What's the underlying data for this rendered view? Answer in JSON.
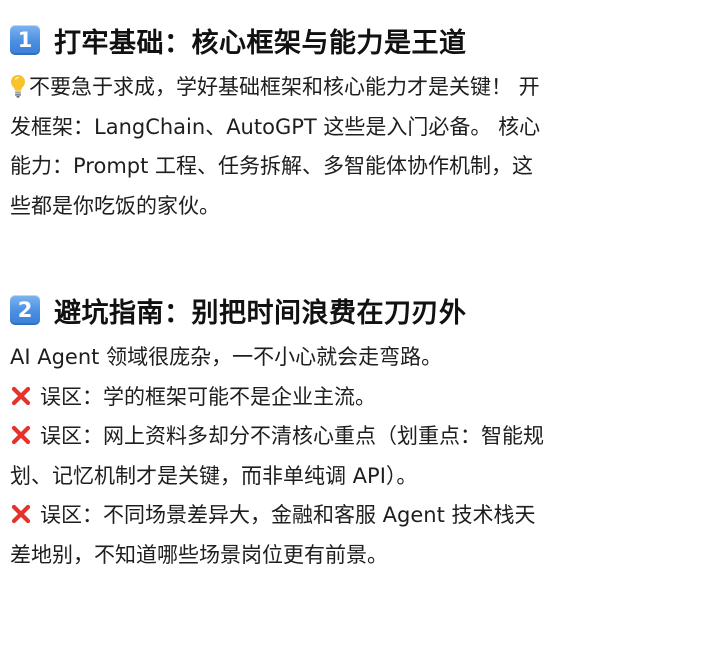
{
  "sections": [
    {
      "number": "1",
      "title": "打牢基础：核心框架与能力是王道",
      "lines": [
        "不要急于求成，学好基础框架和核心能力才是关键！ 开",
        "发框架：LangChain、AutoGPT 这些是入门必备。 核心",
        "能力：Prompt 工程、任务拆解、多智能体协作机制，这",
        "些都是你吃饭的家伙。"
      ]
    },
    {
      "number": "2",
      "title": "避坑指南：别把时间浪费在刀刃外",
      "intro": "AI Agent 领域很庞杂，一不小心就会走弯路。",
      "pitfalls": [
        [
          "误区：学的框架可能不是企业主流。"
        ],
        [
          "误区：网上资料多却分不清核心重点（划重点：智能规",
          "划、记忆机制才是关键，而非单纯调 API）。"
        ],
        [
          "误区：不同场景差异大，金融和客服 Agent 技术栈天",
          "差地别，不知道哪些场景岗位更有前景。"
        ]
      ]
    }
  ],
  "icons": {
    "number_badge": "keycap-number-icon",
    "tip": "light-bulb-icon",
    "pitfall": "cross-mark-icon"
  },
  "colors": {
    "badge_blue": "#4b8fe2",
    "cross_red": "#e5322d",
    "bulb_yellow": "#f7c22b"
  }
}
